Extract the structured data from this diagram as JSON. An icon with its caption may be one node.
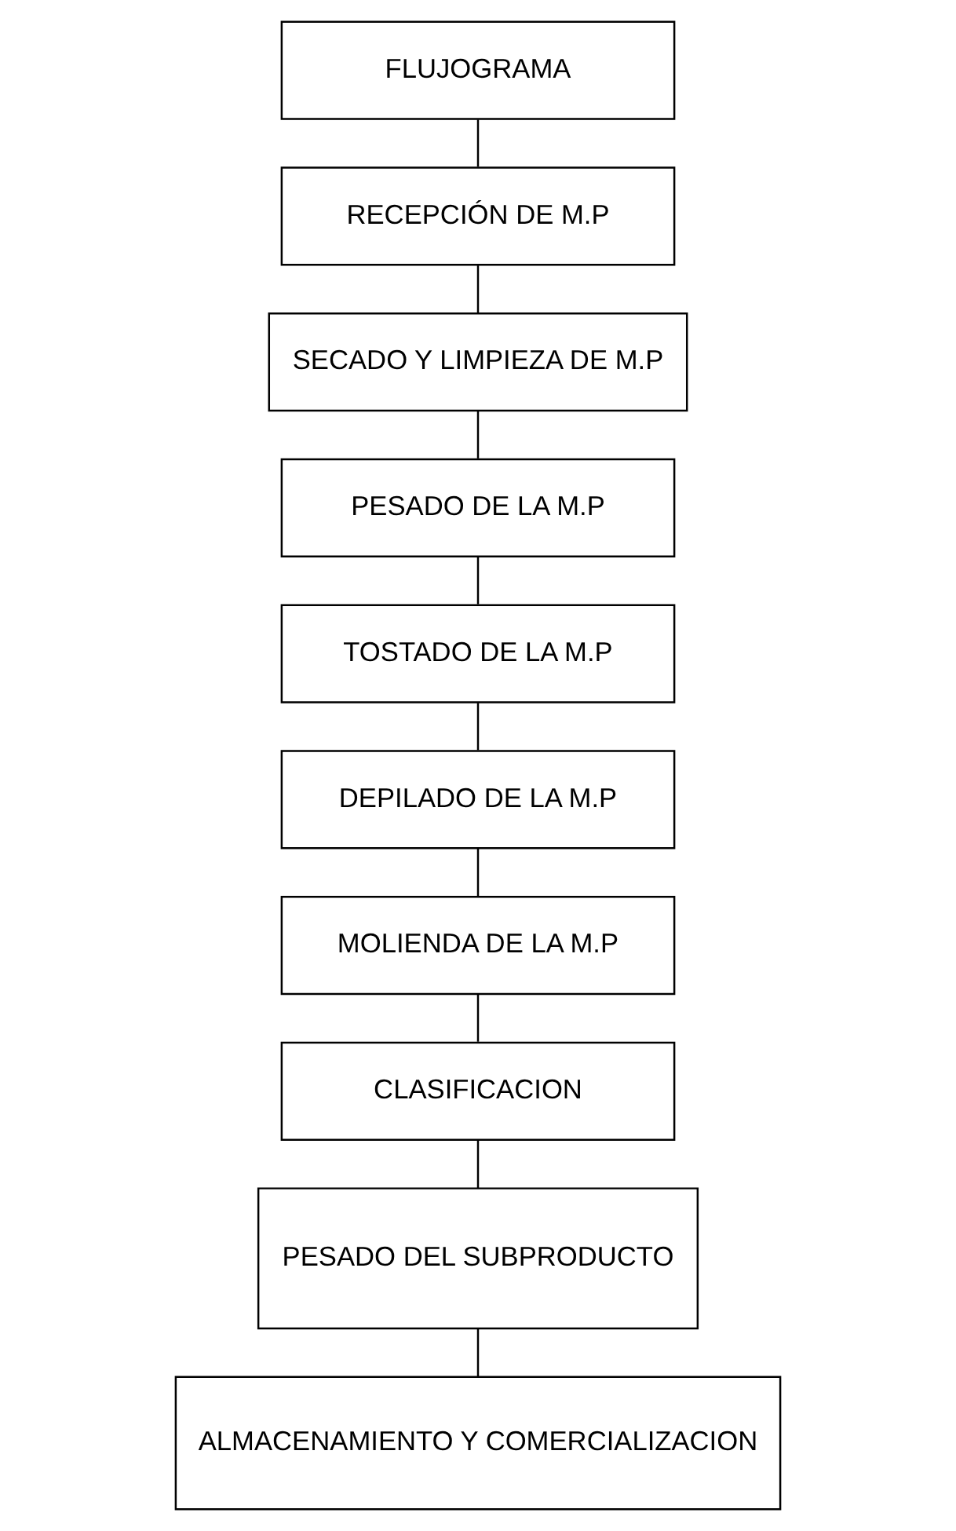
{
  "diagram": {
    "nodes": [
      {
        "text": [
          "FLUJOGRAMA"
        ]
      },
      {
        "text": [
          "RECEPCIÓN DE M.P"
        ]
      },
      {
        "text": [
          "SECADO Y LIMPIEZA DE M.P"
        ]
      },
      {
        "text": [
          "PESADO DE LA M.P"
        ]
      },
      {
        "text": [
          "TOSTADO DE LA M.P"
        ]
      },
      {
        "text": [
          "DEPILADO DE LA M.P"
        ]
      },
      {
        "text": [
          "MOLIENDA DE LA M.P"
        ]
      },
      {
        "text": [
          "CLASIFICACION"
        ]
      },
      {
        "text": [
          "PESADO DEL SUBPRODUCTO"
        ]
      },
      {
        "text": [
          "ALMACENAMIENTO Y COMERCIALIZACION"
        ]
      }
    ],
    "edges": [
      {
        "from": 0,
        "to": 1,
        "arrow": "none"
      },
      {
        "from": 1,
        "to": 2,
        "arrow": "none"
      },
      {
        "from": 2,
        "to": 3,
        "arrow": "none"
      },
      {
        "from": 3,
        "to": 4,
        "arrow": "none"
      },
      {
        "from": 4,
        "to": 5,
        "arrow": "none"
      },
      {
        "from": 5,
        "to": 6,
        "arrow": "none"
      },
      {
        "from": 6,
        "to": 7,
        "arrow": "none"
      },
      {
        "from": 7,
        "to": 8,
        "arrow": "none"
      },
      {
        "from": 8,
        "to": 9,
        "arrow": "none"
      }
    ]
  }
}
